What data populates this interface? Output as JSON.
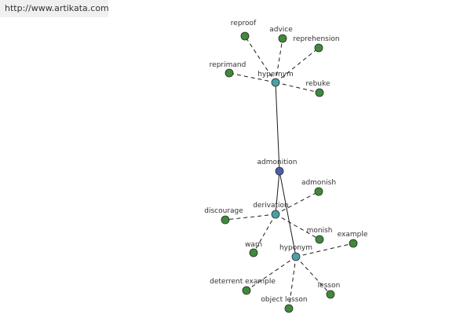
{
  "banner": {
    "url_text": "http://www.artikata.com"
  },
  "colors": {
    "center": "#4b5fa8",
    "hub": "#4aa0a6",
    "leaf": "#3f8a3a",
    "node_stroke": "#2a2a2a",
    "solid_edge": "#1a1a1a",
    "dashed_edge": "#1a1a1a"
  },
  "graph": {
    "center": {
      "id": "admonition",
      "label": "admonition"
    },
    "hubs": [
      {
        "id": "hypernym",
        "label": "hypernym"
      },
      {
        "id": "derivation",
        "label": "derivation"
      },
      {
        "id": "hyponym",
        "label": "hyponym"
      }
    ],
    "leaves": [
      {
        "id": "reproof",
        "label": "reproof",
        "hub": "hypernym"
      },
      {
        "id": "advice",
        "label": "advice",
        "hub": "hypernym"
      },
      {
        "id": "reprehension",
        "label": "reprehension",
        "hub": "hypernym"
      },
      {
        "id": "reprimand",
        "label": "reprimand",
        "hub": "hypernym"
      },
      {
        "id": "rebuke",
        "label": "rebuke",
        "hub": "hypernym"
      },
      {
        "id": "admonish",
        "label": "admonish",
        "hub": "derivation"
      },
      {
        "id": "discourage",
        "label": "discourage",
        "hub": "derivation"
      },
      {
        "id": "monish",
        "label": "monish",
        "hub": "derivation"
      },
      {
        "id": "warn",
        "label": "warn",
        "hub": "derivation"
      },
      {
        "id": "example",
        "label": "example",
        "hub": "hyponym"
      },
      {
        "id": "deterrent-example",
        "label": "deterrent example",
        "hub": "hyponym"
      },
      {
        "id": "lesson",
        "label": "lesson",
        "hub": "hyponym"
      },
      {
        "id": "object-lesson",
        "label": "object lesson",
        "hub": "hyponym"
      }
    ]
  }
}
